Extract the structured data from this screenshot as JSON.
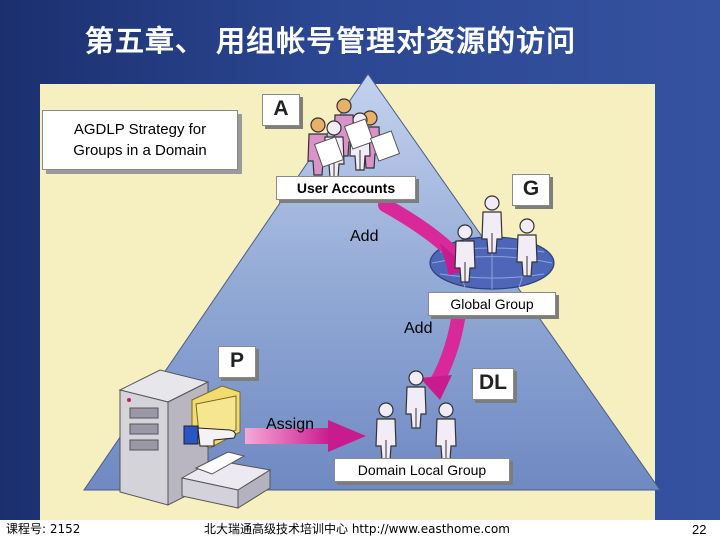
{
  "title": "第五章、 用组帐号管理对资源的访问",
  "strategy_box": {
    "line1": "AGDLP Strategy for",
    "line2": "Groups in a Domain"
  },
  "labels": {
    "a": "A",
    "g": "G",
    "p": "P",
    "dl": "DL",
    "user_accounts": "User Accounts",
    "global_group": "Global Group",
    "domain_local_group": "Domain Local Group",
    "add_1": "Add",
    "add_2": "Add",
    "assign": "Assign"
  },
  "footer": {
    "left": "课程号: 2152",
    "center": "北大瑞通高级技术培训中心 http://www.easthome.com",
    "page": "22"
  },
  "colors": {
    "background": "#2b4792",
    "panel": "#f6efc0",
    "triangle": "#8fa6d2",
    "arrow": "#d8289a",
    "figure": "#ece7f2"
  }
}
